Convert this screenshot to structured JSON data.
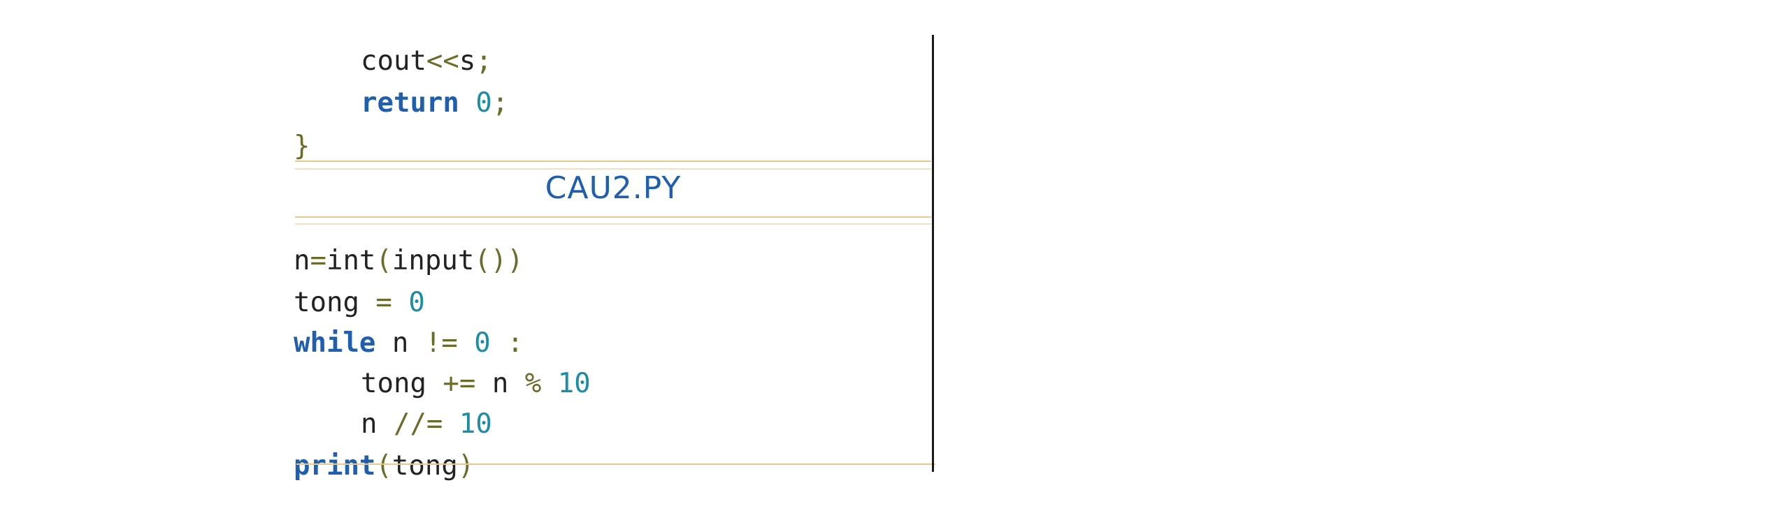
{
  "cpp_tail": {
    "line1": {
      "ident": "cout",
      "op": "<<",
      "ident2": "s",
      "end": ";"
    },
    "line2": {
      "keyword": "return",
      "number": "0",
      "end": ";"
    },
    "line3": {
      "brace": "}"
    }
  },
  "python_file": {
    "title": "CAU2.PY",
    "lines": [
      {
        "a": "n",
        "op1": "=",
        "b": "int",
        "p1": "(",
        "c": "input",
        "p2": "())",
        "d": ""
      },
      {
        "a": "tong",
        "op1": " = ",
        "num": "0"
      },
      {
        "kw": "while",
        "a": " n ",
        "op1": "!=",
        "num": " 0",
        "op2": " :"
      },
      {
        "a": "tong ",
        "op1": "+=",
        "b": " n ",
        "op2": "%",
        "num": " 10"
      },
      {
        "a": "n ",
        "op1": "//=",
        "num": " 10"
      },
      {
        "kw": "print",
        "p1": "(",
        "a": "tong",
        "p2": ")"
      }
    ]
  },
  "colors": {
    "keyword": "#1f5fae",
    "number": "#1b8ea6",
    "operator": "#6b6b2a",
    "rule": "#e9c78f",
    "border": "#1a1a1a"
  }
}
